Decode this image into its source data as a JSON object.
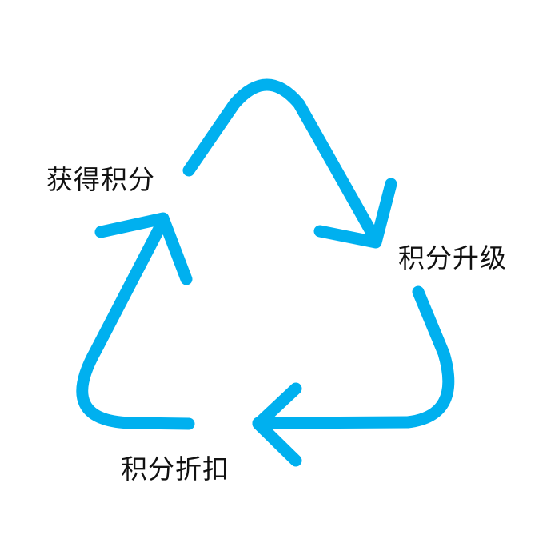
{
  "diagram": {
    "type": "cycle",
    "arrow_color": "#00b0ef",
    "steps": [
      {
        "label": "获得积分"
      },
      {
        "label": "积分升级"
      },
      {
        "label": "积分折扣"
      }
    ]
  }
}
